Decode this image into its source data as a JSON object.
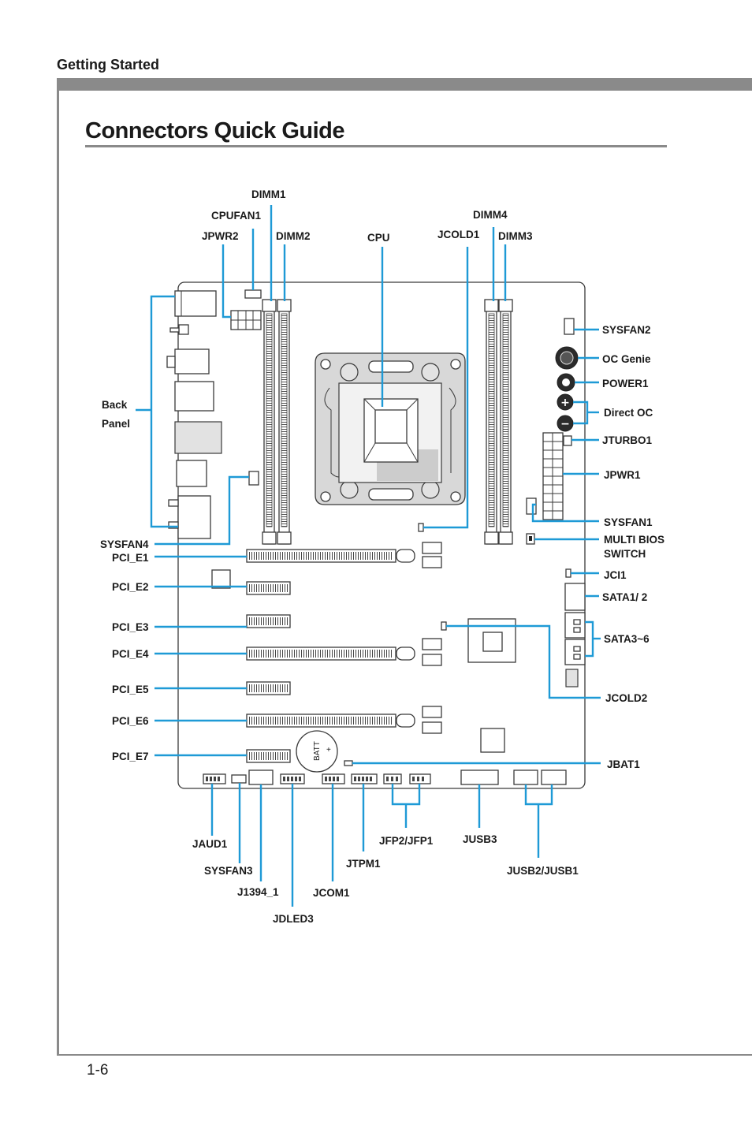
{
  "header": {
    "section": "Getting Started"
  },
  "title": "Connectors Quick Guide",
  "page_number": "1-6",
  "callouts": {
    "dimm1": "DIMM1",
    "cpufan1": "CPUFAN1",
    "jpwr2": "JPWR2",
    "dimm2": "DIMM2",
    "cpu": "CPU",
    "jcold1": "JCOLD1",
    "dimm4": "DIMM4",
    "dimm3": "DIMM3",
    "sysfan2": "SYSFAN2",
    "oc_genie": "OC Genie",
    "power1": "POWER1",
    "direct_oc": "Direct OC",
    "jturbo1": "JTURBO1",
    "jpwr1": "JPWR1",
    "sysfan1": "SYSFAN1",
    "multi_bios_1": "MULTI BIOS",
    "multi_bios_2": "SWITCH",
    "jci1": "JCI1",
    "sata12": "SATA1/ 2",
    "sata36": "SATA3~6",
    "jcold2": "JCOLD2",
    "jbat1": "JBAT1",
    "back_panel_1": "Back",
    "back_panel_2": "Panel",
    "sysfan4": "SYSFAN4",
    "pci_e1": "PCI_E1",
    "pci_e2": "PCI_E2",
    "pci_e3": "PCI_E3",
    "pci_e4": "PCI_E4",
    "pci_e5": "PCI_E5",
    "pci_e6": "PCI_E6",
    "pci_e7": "PCI_E7",
    "jaud1": "JAUD1",
    "sysfan3": "SYSFAN3",
    "j1394_1": "J1394_1",
    "jdled3": "JDLED3",
    "jcom1": "JCOM1",
    "jtpm1": "JTPM1",
    "jfp2_jfp1": "JFP2/JFP1",
    "jusb3": "JUSB3",
    "jusb2_jusb1": "JUSB2/JUSB1"
  },
  "board": {
    "battery_text": "BATT",
    "battery_symbol": "+"
  },
  "colors": {
    "callout_line": "#1e9ad6",
    "rule_gray": "#8a8a8a"
  }
}
